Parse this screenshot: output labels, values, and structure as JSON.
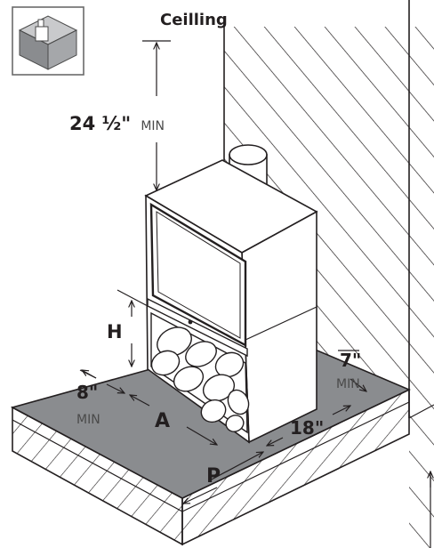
{
  "labels": {
    "ceiling": "Ceilling",
    "top_clearance": "24 ½\"",
    "top_clearance_min": "MIN",
    "h": "H",
    "side_clearance": "8\"",
    "side_clearance_min": "MIN",
    "a": "A",
    "p": "P",
    "rear_width": "18\"",
    "rear_clearance": "7\"",
    "rear_clearance_min": "MIN"
  },
  "icons": [
    "installation-view-thumbnail-icon"
  ],
  "colors": {
    "hearth": "#8a8c8f",
    "line": "#231f20",
    "background": "#ffffff"
  }
}
